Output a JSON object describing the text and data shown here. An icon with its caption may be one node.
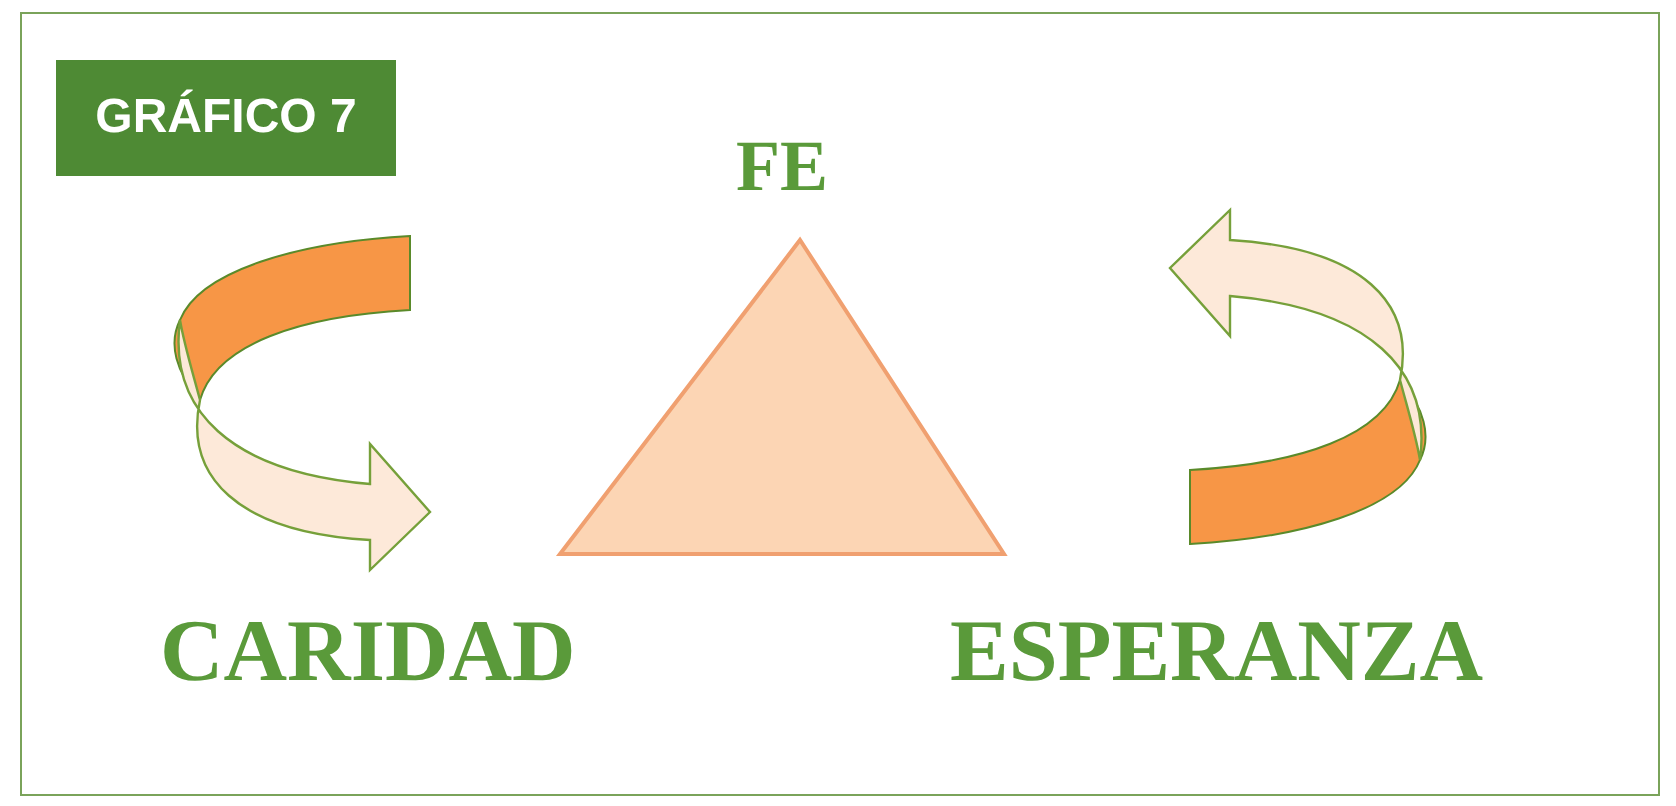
{
  "diagram": {
    "title": "GRÁFICO 7",
    "nodes": [
      {
        "text": [],
        "shape": "triangle"
      }
    ],
    "labels": [
      "FE",
      "CARIDAD",
      "ESPERANZA"
    ]
  }
}
